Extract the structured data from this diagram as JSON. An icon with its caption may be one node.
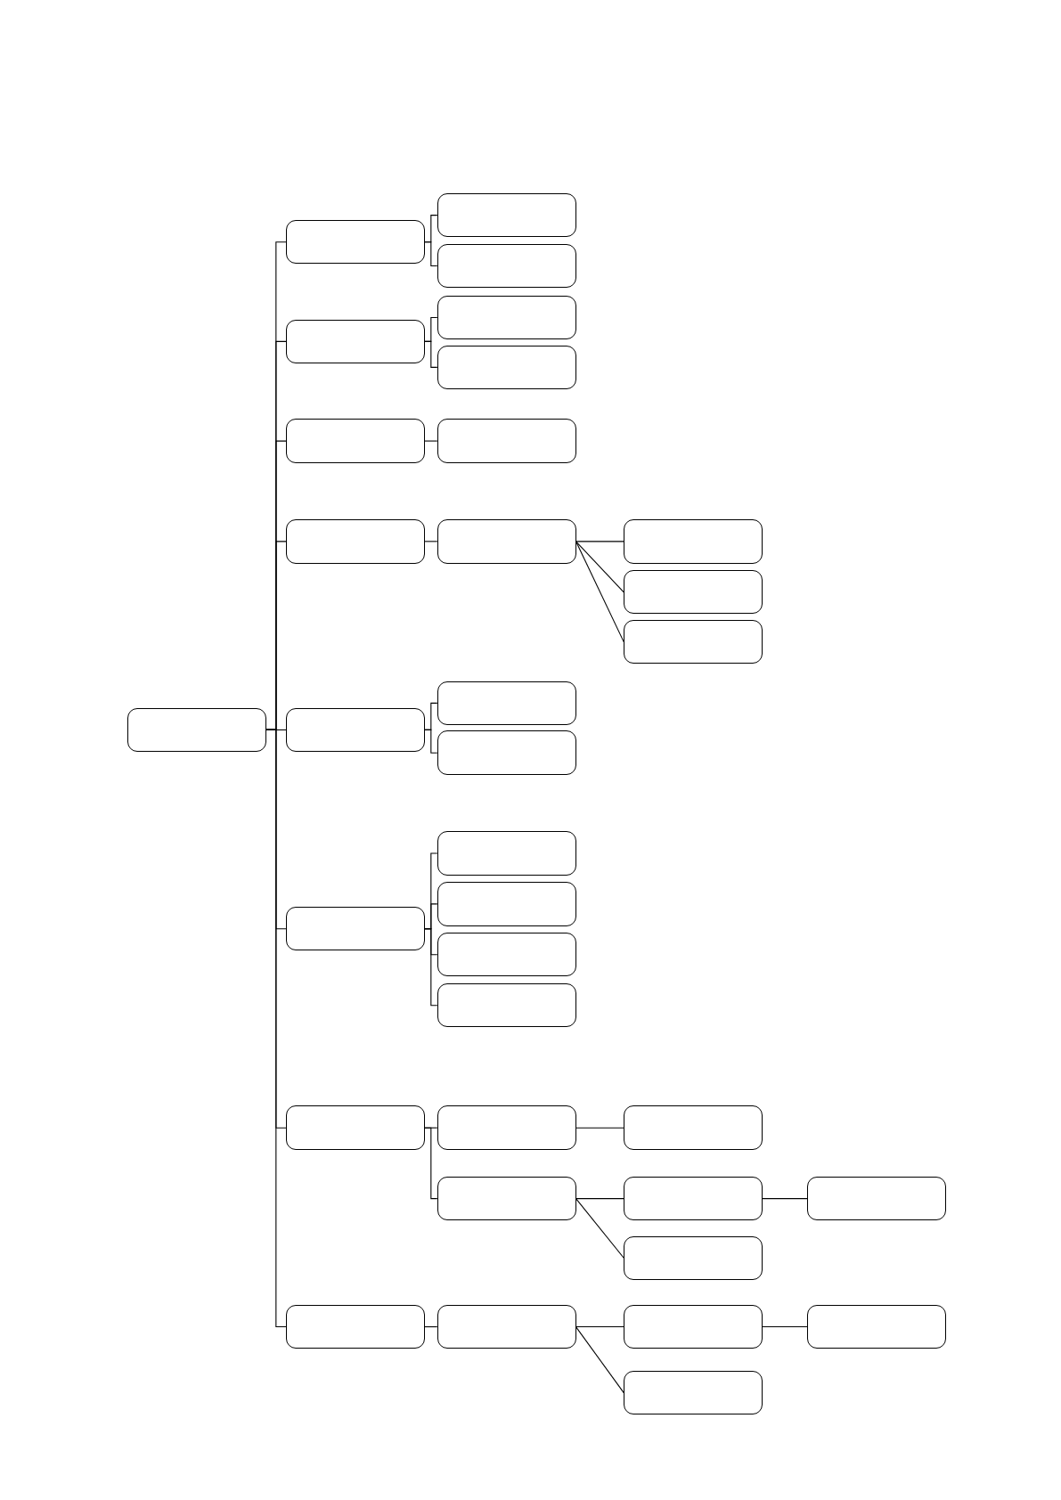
{
  "diagram": {
    "nodes": [
      {
        "text": [],
        "shape": "box"
      },
      {
        "text": [],
        "shape": "box"
      },
      {
        "text": [],
        "shape": "box"
      },
      {
        "text": [],
        "shape": "box"
      },
      {
        "text": [],
        "shape": "box"
      },
      {
        "text": [],
        "shape": "box"
      },
      {
        "text": [],
        "shape": "box"
      },
      {
        "text": [],
        "shape": "box"
      },
      {
        "text": [],
        "shape": "box"
      },
      {
        "text": [],
        "shape": "box"
      },
      {
        "text": [],
        "shape": "box"
      },
      {
        "text": [],
        "shape": "box"
      },
      {
        "text": [],
        "shape": "box"
      },
      {
        "text": [],
        "shape": "box"
      },
      {
        "text": [],
        "shape": "box"
      },
      {
        "text": [],
        "shape": "box"
      },
      {
        "text": [],
        "shape": "box"
      },
      {
        "text": [],
        "shape": "box"
      },
      {
        "text": [],
        "shape": "box"
      },
      {
        "text": [],
        "shape": "box"
      },
      {
        "text": [],
        "shape": "box"
      },
      {
        "text": [],
        "shape": "box"
      },
      {
        "text": [],
        "shape": "box"
      },
      {
        "text": [],
        "shape": "box"
      },
      {
        "text": [],
        "shape": "box"
      },
      {
        "text": [],
        "shape": "box"
      },
      {
        "text": [],
        "shape": "box"
      },
      {
        "text": [],
        "shape": "box"
      },
      {
        "text": [],
        "shape": "box"
      },
      {
        "text": [],
        "shape": "box"
      },
      {
        "text": [],
        "shape": "box"
      },
      {
        "text": [],
        "shape": "box"
      },
      {
        "text": [],
        "shape": "box"
      },
      {
        "text": [],
        "shape": "box"
      }
    ],
    "edges": [
      {
        "from": 0,
        "to": 1,
        "arrow": "none"
      },
      {
        "from": 0,
        "to": 4,
        "arrow": "none"
      },
      {
        "from": 0,
        "to": 7,
        "arrow": "none"
      },
      {
        "from": 0,
        "to": 9,
        "arrow": "none"
      },
      {
        "from": 0,
        "to": 14,
        "arrow": "none"
      },
      {
        "from": 0,
        "to": 17,
        "arrow": "none"
      },
      {
        "from": 0,
        "to": 22,
        "arrow": "none"
      },
      {
        "from": 0,
        "to": 29,
        "arrow": "none"
      },
      {
        "from": 1,
        "to": 2,
        "arrow": "none"
      },
      {
        "from": 1,
        "to": 3,
        "arrow": "none"
      },
      {
        "from": 4,
        "to": 5,
        "arrow": "none"
      },
      {
        "from": 4,
        "to": 6,
        "arrow": "none"
      },
      {
        "from": 7,
        "to": 8,
        "arrow": "none"
      },
      {
        "from": 9,
        "to": 10,
        "arrow": "none"
      },
      {
        "from": 10,
        "to": 11,
        "arrow": "none"
      },
      {
        "from": 10,
        "to": 12,
        "arrow": "none"
      },
      {
        "from": 10,
        "to": 13,
        "arrow": "none"
      },
      {
        "from": 14,
        "to": 15,
        "arrow": "none"
      },
      {
        "from": 14,
        "to": 16,
        "arrow": "none"
      },
      {
        "from": 17,
        "to": 18,
        "arrow": "none"
      },
      {
        "from": 17,
        "to": 19,
        "arrow": "none"
      },
      {
        "from": 17,
        "to": 20,
        "arrow": "none"
      },
      {
        "from": 17,
        "to": 21,
        "arrow": "none"
      },
      {
        "from": 22,
        "to": 23,
        "arrow": "none"
      },
      {
        "from": 22,
        "to": 25,
        "arrow": "none"
      },
      {
        "from": 23,
        "to": 24,
        "arrow": "none"
      },
      {
        "from": 25,
        "to": 26,
        "arrow": "none"
      },
      {
        "from": 25,
        "to": 28,
        "arrow": "none"
      },
      {
        "from": 26,
        "to": 27,
        "arrow": "none"
      },
      {
        "from": 29,
        "to": 30,
        "arrow": "none"
      },
      {
        "from": 30,
        "to": 31,
        "arrow": "none"
      },
      {
        "from": 30,
        "to": 33,
        "arrow": "none"
      },
      {
        "from": 31,
        "to": 32,
        "arrow": "none"
      }
    ]
  }
}
